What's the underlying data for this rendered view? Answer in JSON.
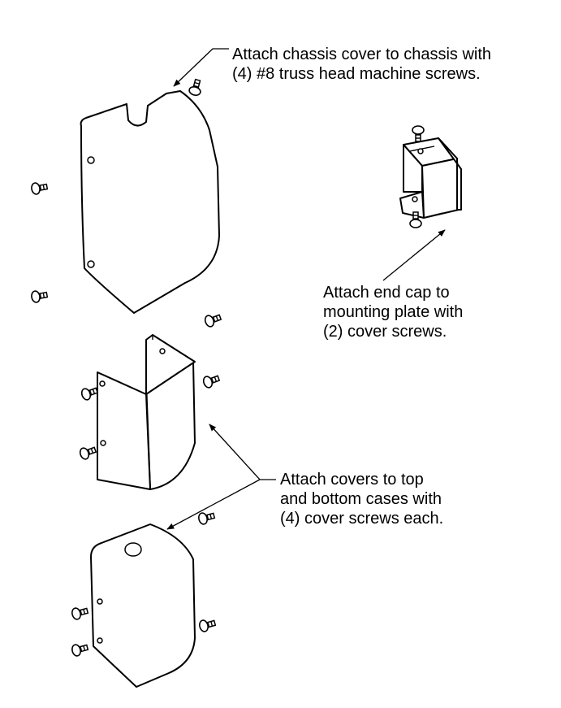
{
  "callouts": {
    "chassis_cover": {
      "line1": "Attach chassis cover to chassis with",
      "line2": "(4) #8 truss head machine screws."
    },
    "end_cap": {
      "line1": "Attach end cap to",
      "line2": "mounting plate with",
      "line3": "(2) cover screws."
    },
    "covers": {
      "line1": "Attach covers to top",
      "line2": "and bottom cases with",
      "line3": "(4) cover screws each."
    }
  },
  "colors": {
    "ink": "#000000",
    "paper": "#ffffff"
  }
}
